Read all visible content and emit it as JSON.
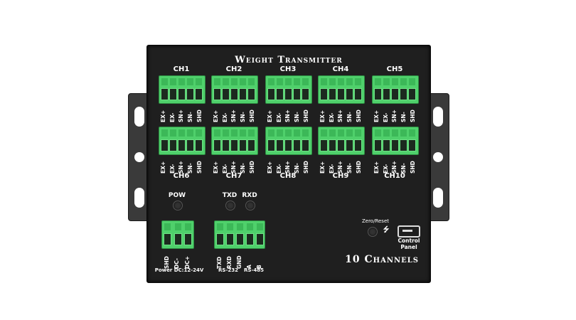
{
  "device": {
    "title": "Weight Transmitter",
    "channels_label": "10 Channels",
    "channels": [
      {
        "label": "CH1"
      },
      {
        "label": "CH2"
      },
      {
        "label": "CH3"
      },
      {
        "label": "CH4"
      },
      {
        "label": "CH5"
      },
      {
        "label": "CH6"
      },
      {
        "label": "CH7"
      },
      {
        "label": "CH8"
      },
      {
        "label": "CH9"
      },
      {
        "label": "CH10"
      }
    ],
    "channel_pins": [
      "EX+",
      "EX-",
      "SN+",
      "SN-",
      "SHD"
    ],
    "leds": {
      "pow": "POW",
      "txd": "TXD",
      "rxd": "RXD"
    },
    "power": {
      "pins": [
        "SHD",
        "DC-",
        "DC+"
      ],
      "label": "Power DC:12-24V"
    },
    "comm": {
      "pins": [
        "TXD",
        "RXD",
        "GND",
        "A",
        "B"
      ],
      "rs232": "RS-232",
      "rs485": "RS-485"
    },
    "zero_reset": "Zero/Reset",
    "control_panel": "Control Panel",
    "colors": {
      "body": "#1f1f1f",
      "terminal": "#4fd06b",
      "text": "#ffffff"
    }
  }
}
